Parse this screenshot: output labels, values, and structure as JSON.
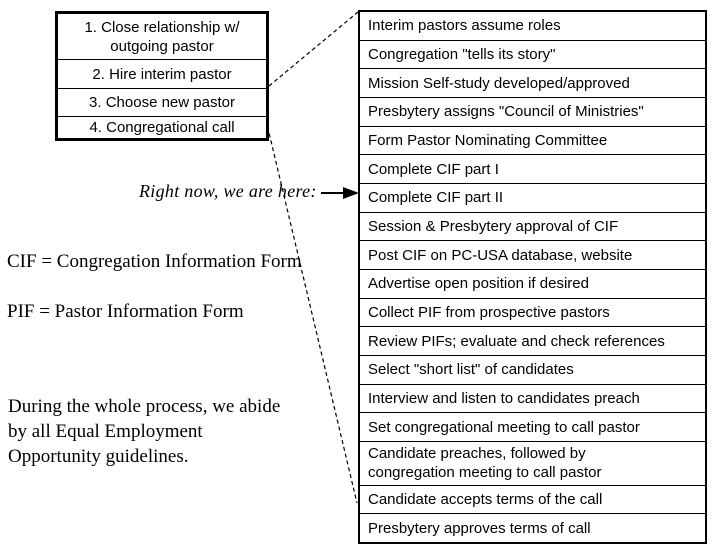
{
  "colors": {
    "background": "#ffffff",
    "text": "#000000",
    "line": "#000000"
  },
  "overview_box": {
    "steps": [
      "1. Close relationship w/\noutgoing pastor",
      "2. Hire interim pastor",
      "3. Choose new pastor",
      "4. Congregational call"
    ]
  },
  "here_pointer": {
    "label": "Right now, we are here:",
    "points_to": "Complete CIF part II"
  },
  "definitions": {
    "cif": "CIF = Congregation Information Form",
    "pif": "PIF = Pastor Information Form"
  },
  "eeo_note": "During the whole process, we abide\nby all Equal Employment\nOpportunity guidelines.",
  "detail_list": {
    "items": [
      "Interim pastors assume roles",
      "Congregation \"tells its story\"",
      "Mission Self-study developed/approved",
      "Presbytery assigns \"Council of Ministries\"",
      "Form Pastor Nominating Committee",
      "Complete CIF part I",
      "Complete CIF part II",
      "Session & Presbytery approval of CIF",
      "Post CIF on PC-USA database, website",
      "Advertise open position if desired",
      "Collect PIF from prospective pastors",
      "Review PIFs; evaluate and check references",
      "Select \"short list\" of candidates",
      "Interview and listen to candidates preach",
      "Set congregational meeting to call pastor",
      "Candidate preaches, followed by\ncongregation meeting to call pastor",
      "Candidate accepts terms of the call",
      "Presbytery approves terms of call"
    ]
  }
}
